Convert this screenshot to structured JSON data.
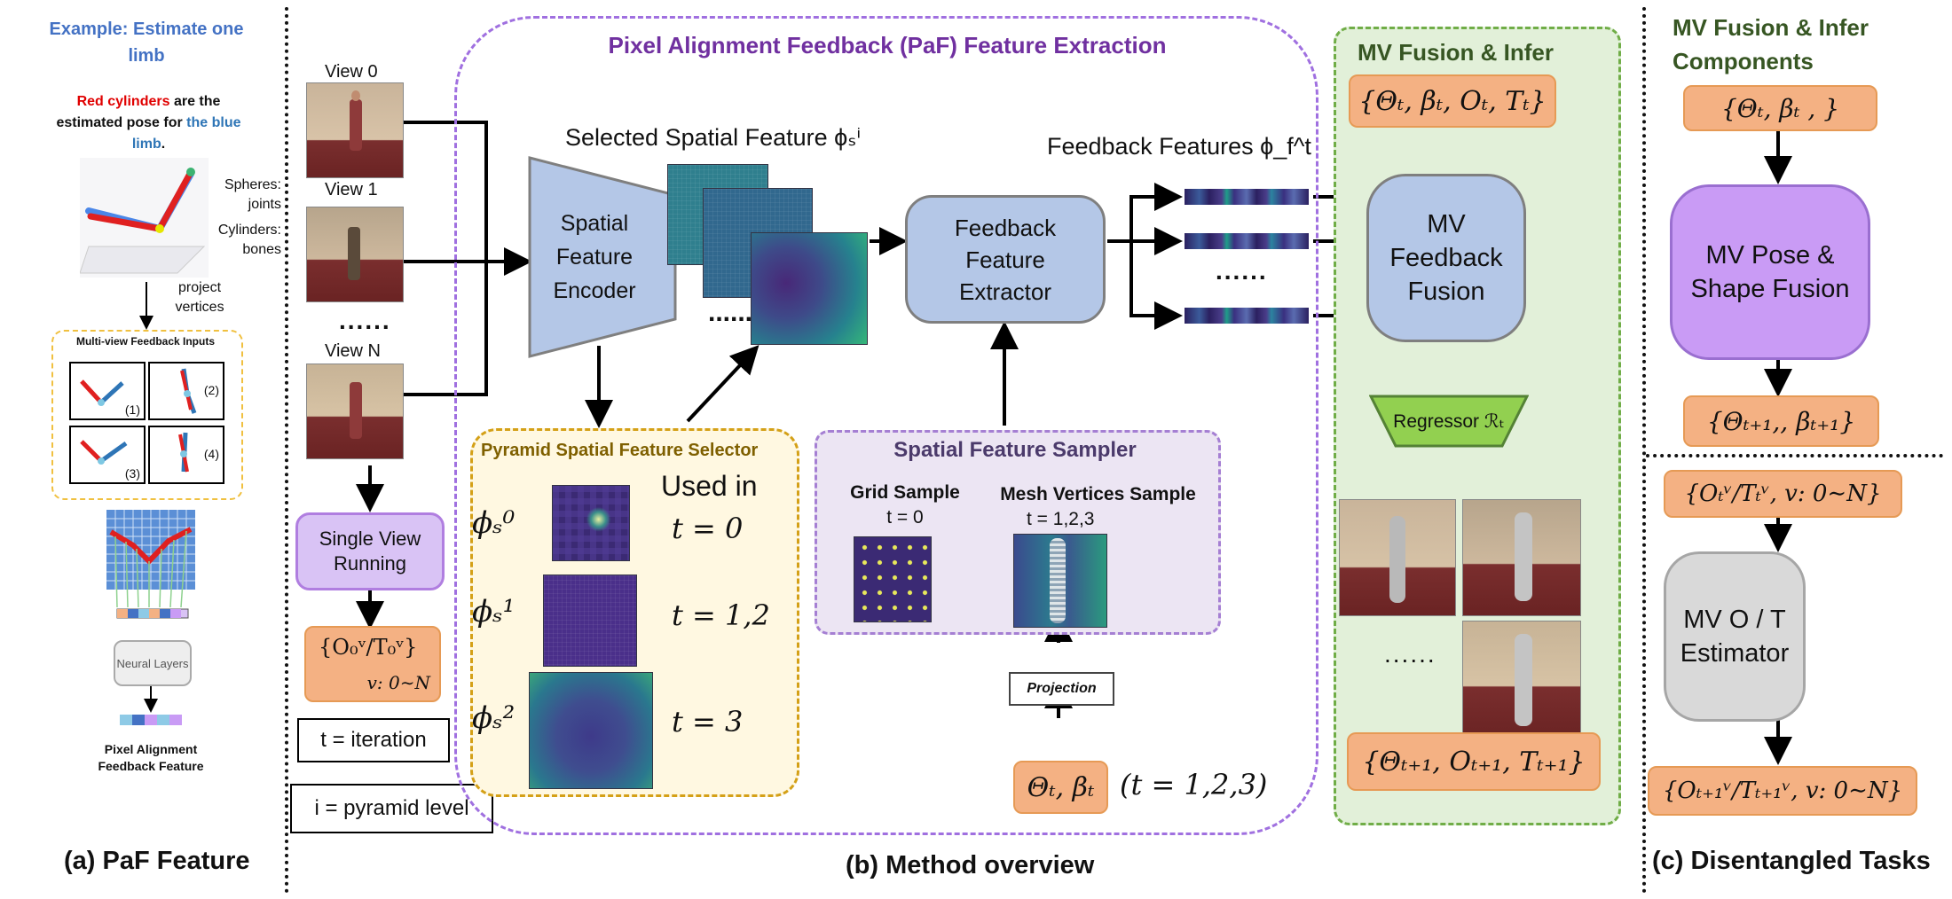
{
  "captions": {
    "a": "(a) PaF Feature",
    "b": "(b) Method overview",
    "c": "(c) Disentangled Tasks"
  },
  "panel_a": {
    "title": "Example: Estimate one limb",
    "desc_red": "Red cylinders",
    "desc_mid": " are the estimated pose for ",
    "desc_blue": "the blue limb",
    "desc_end": ".",
    "legend_spheres": "Spheres: joints",
    "legend_cylinders": "Cylinders: bones",
    "project_vertices": "project vertices",
    "mv_inputs_title": "Multi-view Feedback Inputs",
    "mv_inputs": [
      "(1)",
      "(2)",
      "(3)",
      "(4)"
    ],
    "neural_layers": "Neural Layers",
    "paf_output": "Pixel Alignment Feedback Feature"
  },
  "views": {
    "view0": "View 0",
    "view1": "View 1",
    "dots": "......",
    "viewN": "View N",
    "single_view": "Single View Running",
    "sv_output_top": "{O₀ᵛ/T₀ᵛ}",
    "sv_output_bottom": "v: 0∼N"
  },
  "legend_boxes": {
    "t": "t = iteration",
    "i": "i = pyramid level"
  },
  "paf": {
    "title": "Pixel Alignment Feedback (PaF) Feature Extraction",
    "encoder": "Spatial Feature Encoder",
    "selected_label": "Selected Spatial Feature ϕₛⁱ",
    "feedback_extractor": "Feedback Feature Extractor",
    "feedback_label": "Feedback Features ϕ_f^t",
    "feedback_dots": "......",
    "heat_dots": "......",
    "pyramid": {
      "title": "Pyramid Spatial Feature Selector",
      "used_in": "Used in",
      "rows": [
        {
          "symbol": "ϕₛ⁰",
          "t": "t = 0"
        },
        {
          "symbol": "ϕₛ¹",
          "t": "t = 1,2"
        },
        {
          "symbol": "ϕₛ²",
          "t": "t = 3"
        }
      ]
    },
    "sampler": {
      "title": "Spatial Feature Sampler",
      "grid_label": "Grid Sample",
      "grid_t": "t = 0",
      "mesh_label": "Mesh Vertices Sample",
      "mesh_t": "t = 1,2,3"
    },
    "projection": "Projection",
    "theta_beta": "Θₜ, βₜ",
    "theta_beta_t": "(t = 1,2,3)"
  },
  "mv": {
    "title": "MV Fusion & Infer",
    "input": "{Θₜ, βₜ, Oₜ, Tₜ}",
    "fusion": "MV Feedback Fusion",
    "regressor": "Regressor ℛₜ",
    "dots": "......",
    "output": "{Θₜ₊₁, Oₜ₊₁, Tₜ₊₁}"
  },
  "panel_c": {
    "title": "MV Fusion & Infer Components",
    "input": "{Θₜ, βₜ , }",
    "pose_fusion": "MV Pose & Shape Fusion",
    "output1": "{Θₜ₊₁,, βₜ₊₁}",
    "ot_input": "{Oₜᵛ/Tₜᵛ, v: 0∼N}",
    "ot_estimator": "MV O / T Estimator",
    "ot_output": "{Oₜ₊₁ᵛ/Tₜ₊₁ᵛ, v: 0∼N}"
  },
  "colors": {
    "purple_title": "#7030a0",
    "green_title": "#375623",
    "blue_title": "#4472c4",
    "red_text": "#e00000",
    "orange_fill": "#f4b183",
    "blue_fill": "#b4c7e7",
    "lavender_fill": "#d9c3f5",
    "violet_fill": "#c99bf5",
    "gray_fill": "#d9d9d9",
    "green_fill": "#92d050",
    "mv_bg": "#e2f0d9"
  }
}
